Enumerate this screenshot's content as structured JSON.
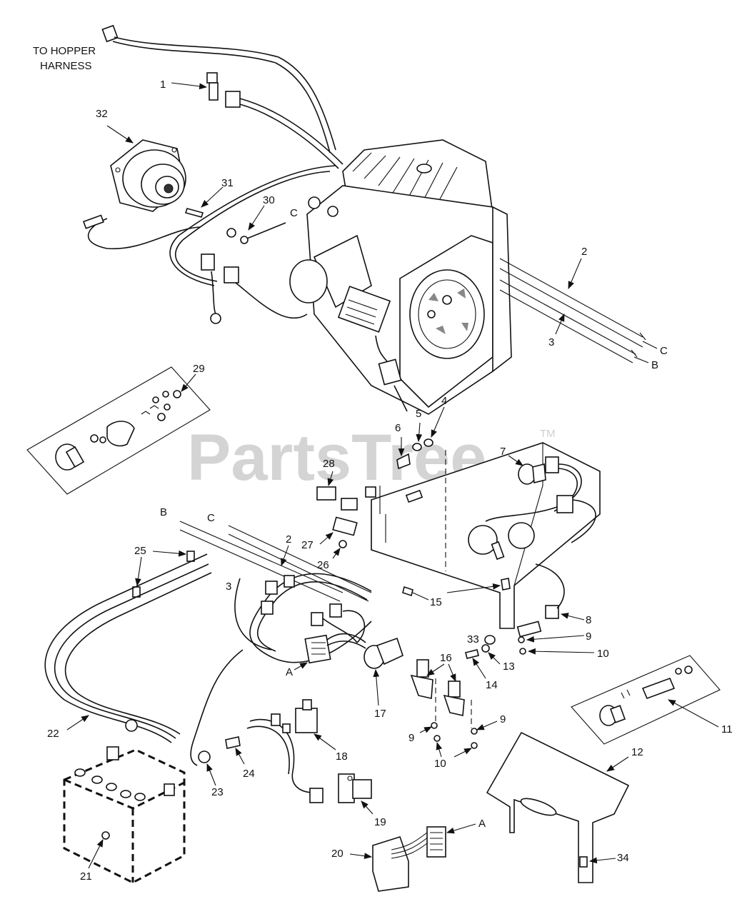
{
  "watermark": {
    "text": "PartsTree",
    "trademark": "TM"
  },
  "notes": {
    "to_hopper_line1": "TO HOPPER",
    "to_hopper_line2": "HARNESS"
  },
  "refs": {
    "A": "A",
    "B": "B",
    "C": "C"
  },
  "callouts": {
    "n1": "1",
    "n2": "2",
    "n3": "3",
    "n4": "4",
    "n5": "5",
    "n6": "6",
    "n7": "7",
    "n8": "8",
    "n9": "9",
    "n10": "10",
    "n11": "11",
    "n12": "12",
    "n13": "13",
    "n14": "14",
    "n15": "15",
    "n16": "16",
    "n17": "17",
    "n18": "18",
    "n19": "19",
    "n20": "20",
    "n21": "21",
    "n22": "22",
    "n23": "23",
    "n24": "24",
    "n25": "25",
    "n26": "26",
    "n27": "27",
    "n28": "28",
    "n29": "29",
    "n30": "30",
    "n31": "31",
    "n32": "32",
    "n33": "33",
    "n34": "34"
  }
}
